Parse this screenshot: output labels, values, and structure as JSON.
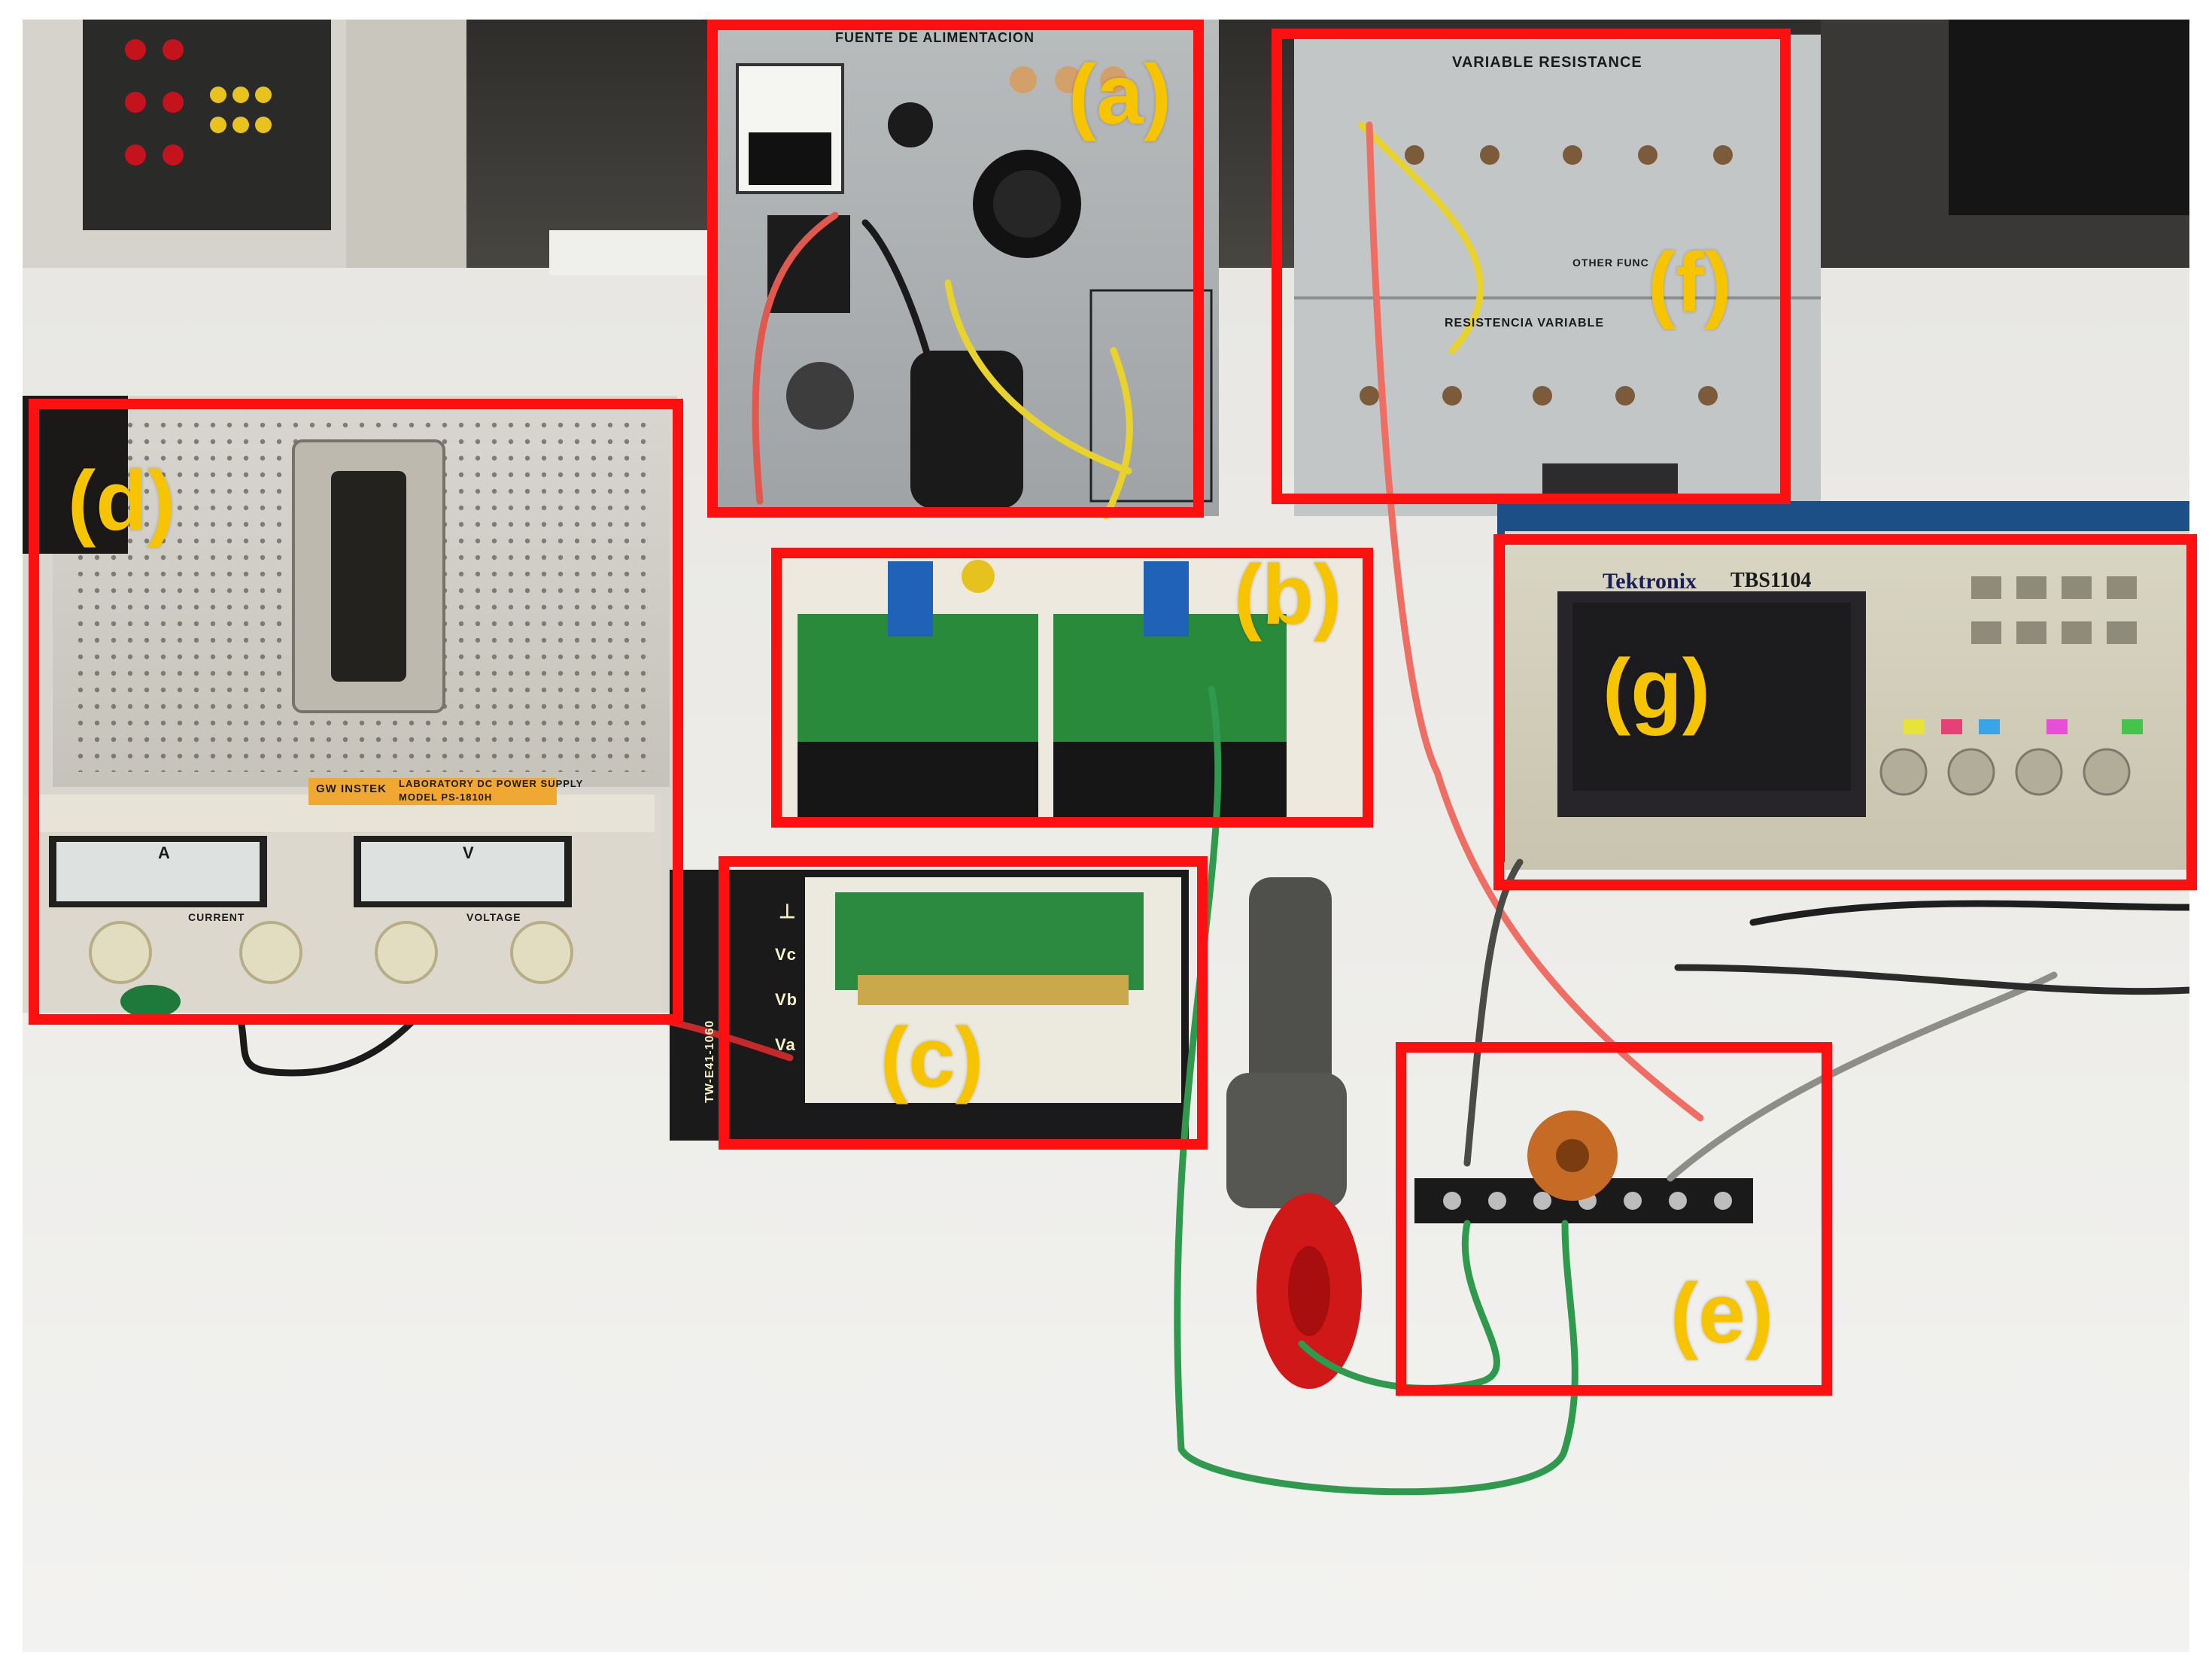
{
  "labels": {
    "a": "(a)",
    "b": "(b)",
    "c": "(c)",
    "d": "(d)",
    "e": "(e)",
    "f": "(f)",
    "g": "(g)"
  },
  "equipment_text": {
    "psu_a_title": "FUENTE DE ALIMENTACION",
    "resistor_top": "VARIABLE RESISTANCE",
    "resistor_bottom": "RESISTENCIA VARIABLE",
    "resistor_other": "OTHER FUNC",
    "scope_brand": "Tektronix",
    "scope_model": "TBS1104",
    "psu_d_brand": "GW INSTEK",
    "psu_d_title": "LABORATORY DC POWER SUPPLY",
    "psu_d_model": "MODEL PS-1810H",
    "meter_a": "A",
    "meter_v": "V",
    "psu_current": "CURRENT",
    "psu_voltage": "VOLTAGE",
    "breadboard_gnd": "⊥",
    "breadboard_vc": "Vc",
    "breadboard_vb": "Vb",
    "breadboard_va": "Va",
    "breadboard_brand": "TW-E41-1060"
  },
  "colors": {
    "box": "#ff1010",
    "label": "#f7c400"
  }
}
